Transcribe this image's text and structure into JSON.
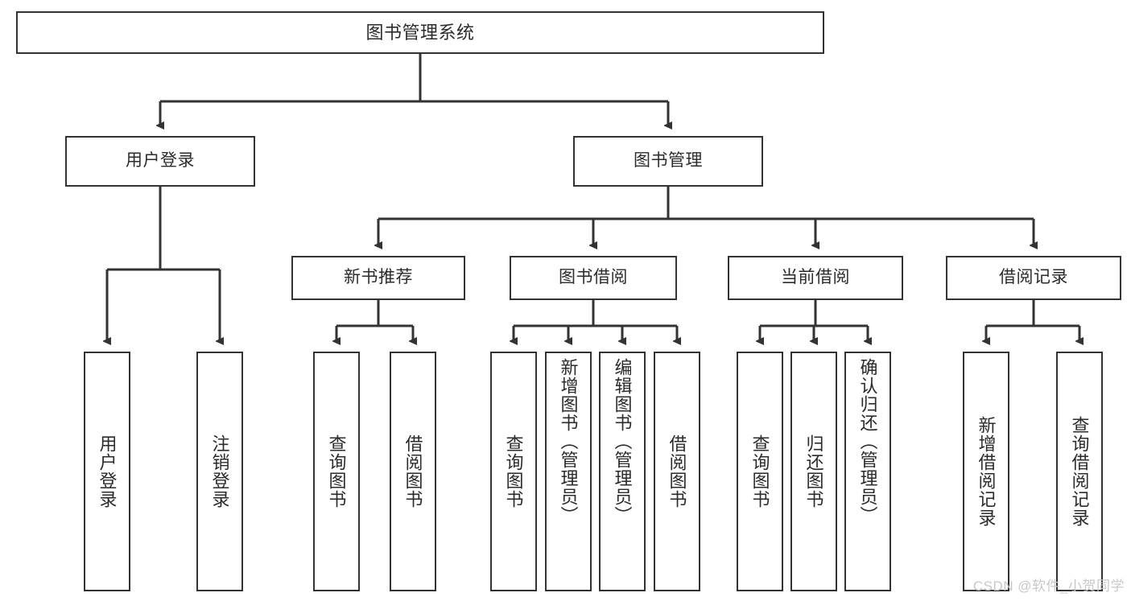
{
  "diagram": {
    "title": "图书管理系统",
    "type": "tree",
    "watermark": "CSDN @软件_小贺同学",
    "colors": {
      "box_border": "#333333",
      "box_fill": "#ffffff",
      "edge": "#333333",
      "text": "#2b2b2b",
      "watermark": "#c8c8c8",
      "background": "#ffffff"
    },
    "nodes": {
      "root": {
        "label": "图书管理系统"
      },
      "level2": [
        {
          "label": "用户登录"
        },
        {
          "label": "图书管理"
        }
      ],
      "level3": [
        {
          "label": "新书推荐"
        },
        {
          "label": "图书借阅"
        },
        {
          "label": "当前借阅"
        },
        {
          "label": "借阅记录"
        }
      ],
      "leaves_user_login": [
        {
          "label": "用户登录"
        },
        {
          "label": "注销登录"
        }
      ],
      "leaves_new_books": [
        {
          "label": "查询图书"
        },
        {
          "label": "借阅图书"
        }
      ],
      "leaves_borrow": [
        {
          "label": "查询图书"
        },
        {
          "label": "新增图书（管理员）"
        },
        {
          "label": "编辑图书（管理员）"
        },
        {
          "label": "借阅图书"
        }
      ],
      "leaves_current": [
        {
          "label": "查询图书"
        },
        {
          "label": "归还图书"
        },
        {
          "label": "确认归还（管理员）"
        }
      ],
      "leaves_records": [
        {
          "label": "新增借阅记录"
        },
        {
          "label": "查询借阅记录"
        }
      ]
    }
  }
}
